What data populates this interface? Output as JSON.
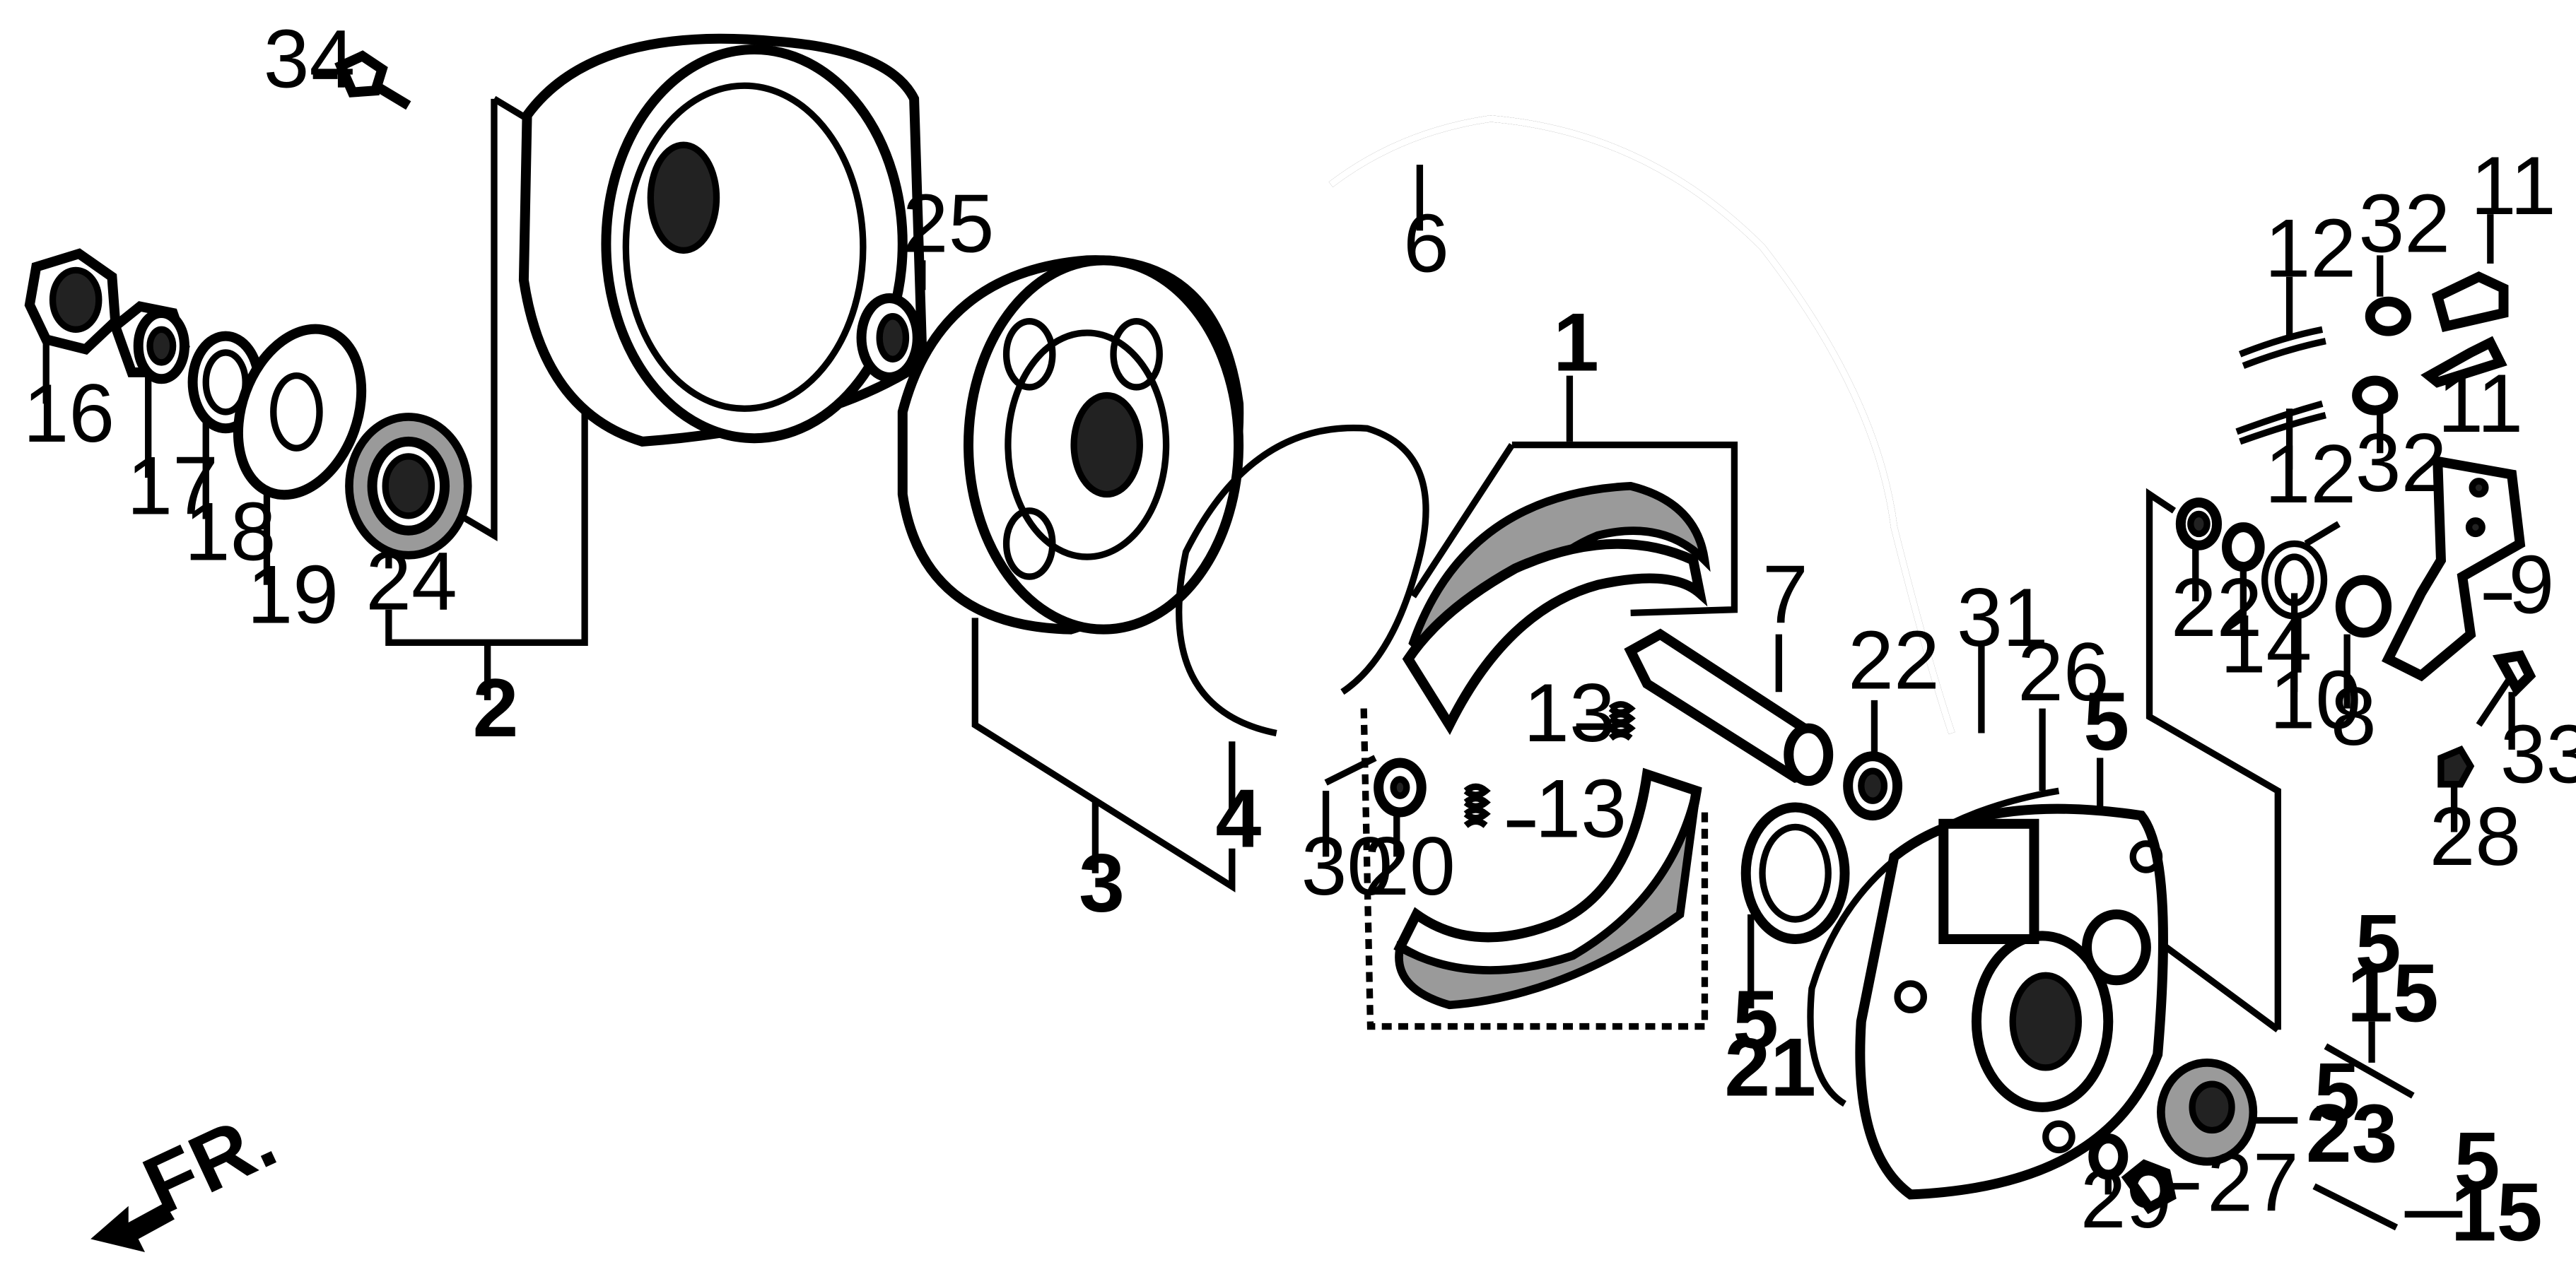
{
  "callouts": [
    {
      "id": "c1",
      "text": "1"
    },
    {
      "id": "c2",
      "text": "2"
    },
    {
      "id": "c3",
      "text": "3"
    },
    {
      "id": "c4",
      "text": "4"
    },
    {
      "id": "c5a",
      "text": "5"
    },
    {
      "id": "c5b",
      "text": "5"
    },
    {
      "id": "c5c",
      "text": "5"
    },
    {
      "id": "c5d",
      "text": "5"
    },
    {
      "id": "c5e",
      "text": "5"
    },
    {
      "id": "c6",
      "text": "6"
    },
    {
      "id": "c7",
      "text": "7"
    },
    {
      "id": "c8",
      "text": "8"
    },
    {
      "id": "c9",
      "text": "9"
    },
    {
      "id": "c10",
      "text": "10"
    },
    {
      "id": "c11a",
      "text": "11"
    },
    {
      "id": "c11b",
      "text": "11"
    },
    {
      "id": "c12a",
      "text": "12"
    },
    {
      "id": "c12b",
      "text": "12"
    },
    {
      "id": "c13a",
      "text": "13"
    },
    {
      "id": "c13b",
      "text": "13"
    },
    {
      "id": "c14",
      "text": "14"
    },
    {
      "id": "c15a",
      "text": "15"
    },
    {
      "id": "c15b",
      "text": "15"
    },
    {
      "id": "c16",
      "text": "16"
    },
    {
      "id": "c17",
      "text": "17"
    },
    {
      "id": "c18",
      "text": "18"
    },
    {
      "id": "c19",
      "text": "19"
    },
    {
      "id": "c20",
      "text": "20"
    },
    {
      "id": "c21",
      "text": "21"
    },
    {
      "id": "c22a",
      "text": "22"
    },
    {
      "id": "c22b",
      "text": "22"
    },
    {
      "id": "c23",
      "text": "23"
    },
    {
      "id": "c24",
      "text": "24"
    },
    {
      "id": "c25",
      "text": "25"
    },
    {
      "id": "c26",
      "text": "26"
    },
    {
      "id": "c27",
      "text": "27"
    },
    {
      "id": "c28",
      "text": "28"
    },
    {
      "id": "c29",
      "text": "29"
    },
    {
      "id": "c30",
      "text": "30"
    },
    {
      "id": "c31",
      "text": "31"
    },
    {
      "id": "c32a",
      "text": "32"
    },
    {
      "id": "c32b",
      "text": "32"
    },
    {
      "id": "c33",
      "text": "33"
    },
    {
      "id": "c34",
      "text": "34"
    }
  ],
  "direction": {
    "label": "FR.",
    "icon": "front-arrow-icon"
  }
}
